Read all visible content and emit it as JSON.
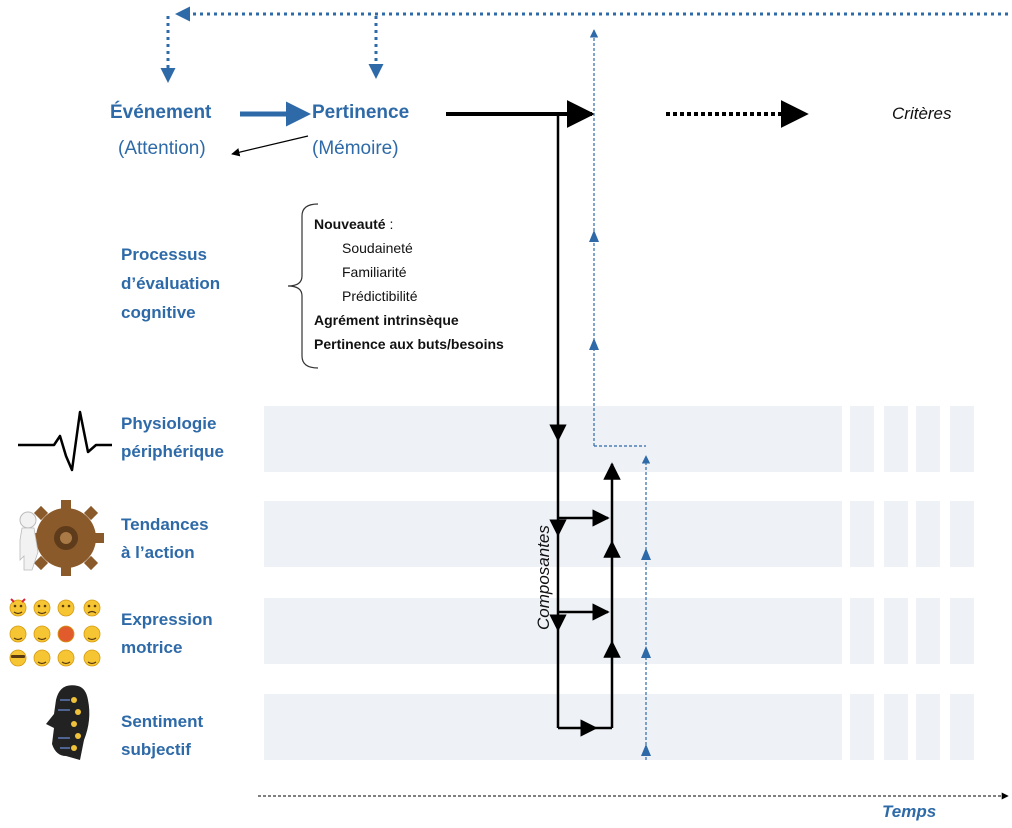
{
  "top": {
    "event_label": "Événement",
    "event_sub": "(Attention)",
    "relevance_label": "Pertinence",
    "relevance_sub": "(Mémoire)",
    "criteria_label": "Critères"
  },
  "appraisal": {
    "title_lines": [
      "Processus",
      "d’évaluation",
      "cognitive"
    ],
    "novelty": "Nouveauté",
    "novelty_suffix": " :",
    "novelty_items": [
      "Soudaineté",
      "Familiarité",
      "Prédictibilité"
    ],
    "pleasantness": "Agrément intrinsèque",
    "goal_relevance": "Pertinence aux buts/besoins"
  },
  "components": {
    "vertical_label": "Composantes",
    "rows": [
      {
        "lines": [
          "Physiologie",
          "périphérique"
        ],
        "icon": "heartbeat-icon"
      },
      {
        "lines": [
          "Tendances",
          "à l’action"
        ],
        "icon": "gear-pushing-figure-icon"
      },
      {
        "lines": [
          "Expression",
          "motrice"
        ],
        "icon": "emoji-faces-icon"
      },
      {
        "lines": [
          "Sentiment",
          "subjectif"
        ],
        "icon": "word-cloud-head-icon"
      }
    ]
  },
  "time_label": "Temps",
  "colors": {
    "blue_text": "#2e6aa8",
    "dotted_arrow": "#2e6aa8",
    "band": "#eef2f7",
    "black": "#000000"
  }
}
